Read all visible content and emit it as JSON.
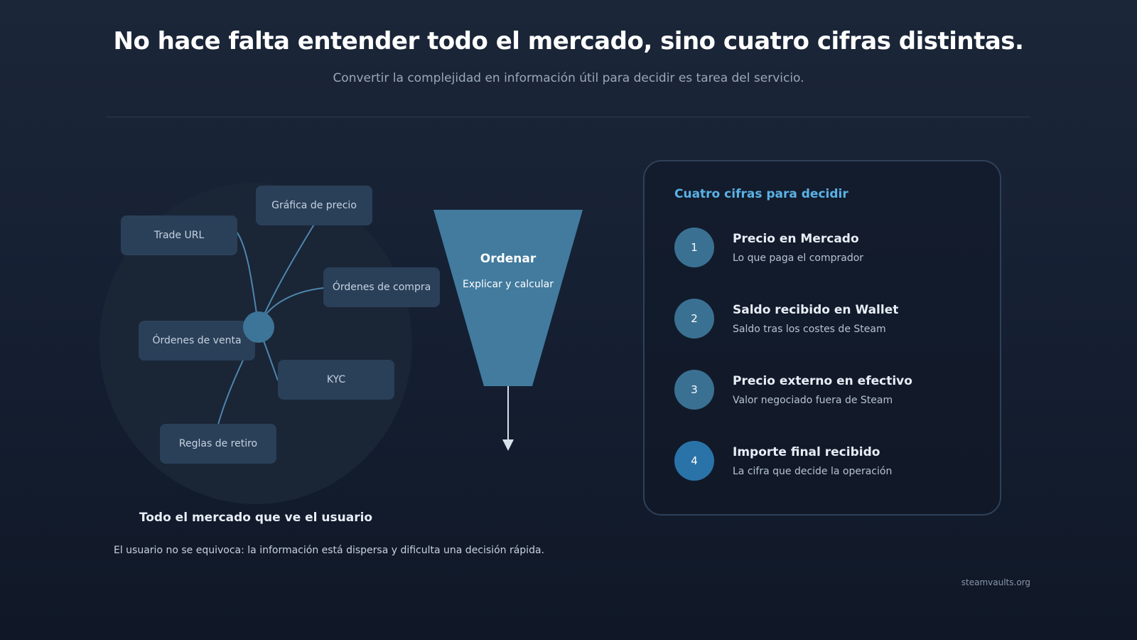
{
  "header": {
    "title": "No hace falta entender todo el mercado, sino cuatro cifras distintas.",
    "subtitle": "Convertir la complejidad en información útil para decidir es tarea del servicio."
  },
  "market": {
    "nodes": {
      "trade_url": "Trade URL",
      "grafica": "Gráfica de precio",
      "compra": "Órdenes de compra",
      "venta": "Órdenes de venta",
      "kyc": "KYC",
      "retiro": "Reglas de retiro"
    },
    "label": "Todo el mercado que ve el usuario",
    "note": "El usuario no se equivoca: la información está dispersa y dificulta una decisión rápida."
  },
  "funnel": {
    "title": "Ordenar",
    "subtitle": "Explicar y calcular"
  },
  "card": {
    "title": "Cuatro cifras para decidir",
    "items": [
      {
        "number": "1",
        "title": "Precio en Mercado",
        "desc": "Lo que paga el comprador"
      },
      {
        "number": "2",
        "title": "Saldo recibido en Wallet",
        "desc": "Saldo tras los costes de Steam"
      },
      {
        "number": "3",
        "title": "Precio externo en efectivo",
        "desc": "Valor negociado fuera de Steam"
      },
      {
        "number": "4",
        "title": "Importe final recibido",
        "desc": "La cifra que decide la operación"
      }
    ]
  },
  "footer": {
    "site": "steamvaults.org"
  },
  "colors": {
    "accent": "#5ab2e6",
    "node_bg": "#2a4059",
    "hub": "#3d7599",
    "funnel": "#427b9e",
    "badge": "#3a7193",
    "badge_final": "#2a73a8"
  }
}
